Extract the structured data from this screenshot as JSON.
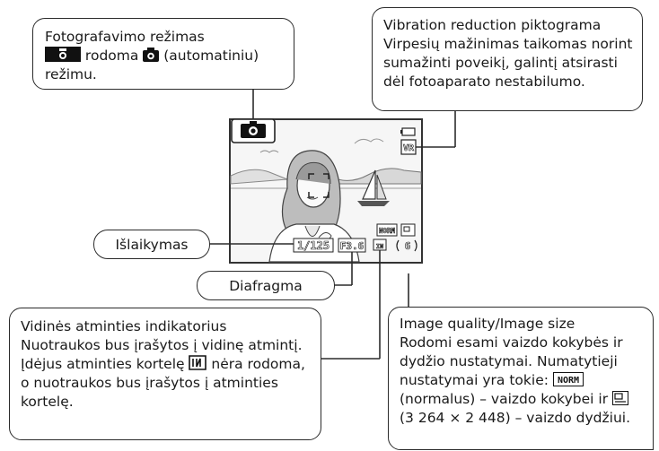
{
  "callouts": {
    "shooting_mode": {
      "title": "Fotografavimo režimas",
      "line2_text": " rodoma ",
      "line2_tail": " (automatiniu)",
      "line3": "režimu."
    },
    "vibration": {
      "line1": "Vibration reduction piktograma",
      "line2": "Virpesių mažinimas taikomas norint",
      "line3": "sumažinti poveikį, galintį atsirasti",
      "line4": "dėl fotoaparato nestabilumo."
    },
    "shutter": {
      "label": "Išlaikymas"
    },
    "aperture": {
      "label": "Diafragma"
    },
    "memory": {
      "line1": "Vidinės atminties indikatorius",
      "line2": "Nuotraukos bus įrašytos į vidinę atmintį.",
      "line3_a": "Įdėjus atminties kortelę ",
      "line3_b": " nėra rodoma,",
      "line4": "o nuotraukos bus įrašytos į atminties",
      "line5": "kortelę."
    },
    "quality": {
      "line1": "Image quality/Image size",
      "line2": "Rodomi esami vaizdo kokybės ir",
      "line3": "dydžio nustatymai. Numatytieji",
      "line4_a": "nustatymai yra tokie: ",
      "line5_b": " (normalus) – vaizdo kokybei ir ",
      "line6": "(3 264 × 2 448) – vaizdo dydžiui."
    }
  },
  "screen": {
    "shutter_value": "1/125",
    "aperture_value": "F3.6",
    "remaining_value": "6",
    "quality_value": "NORM",
    "vr_label": "VR",
    "card_label": "IN"
  },
  "icons": [
    "camera-icon",
    "auto-mode-icon",
    "memory-card-icon",
    "normal-quality-icon",
    "image-size-icon"
  ]
}
